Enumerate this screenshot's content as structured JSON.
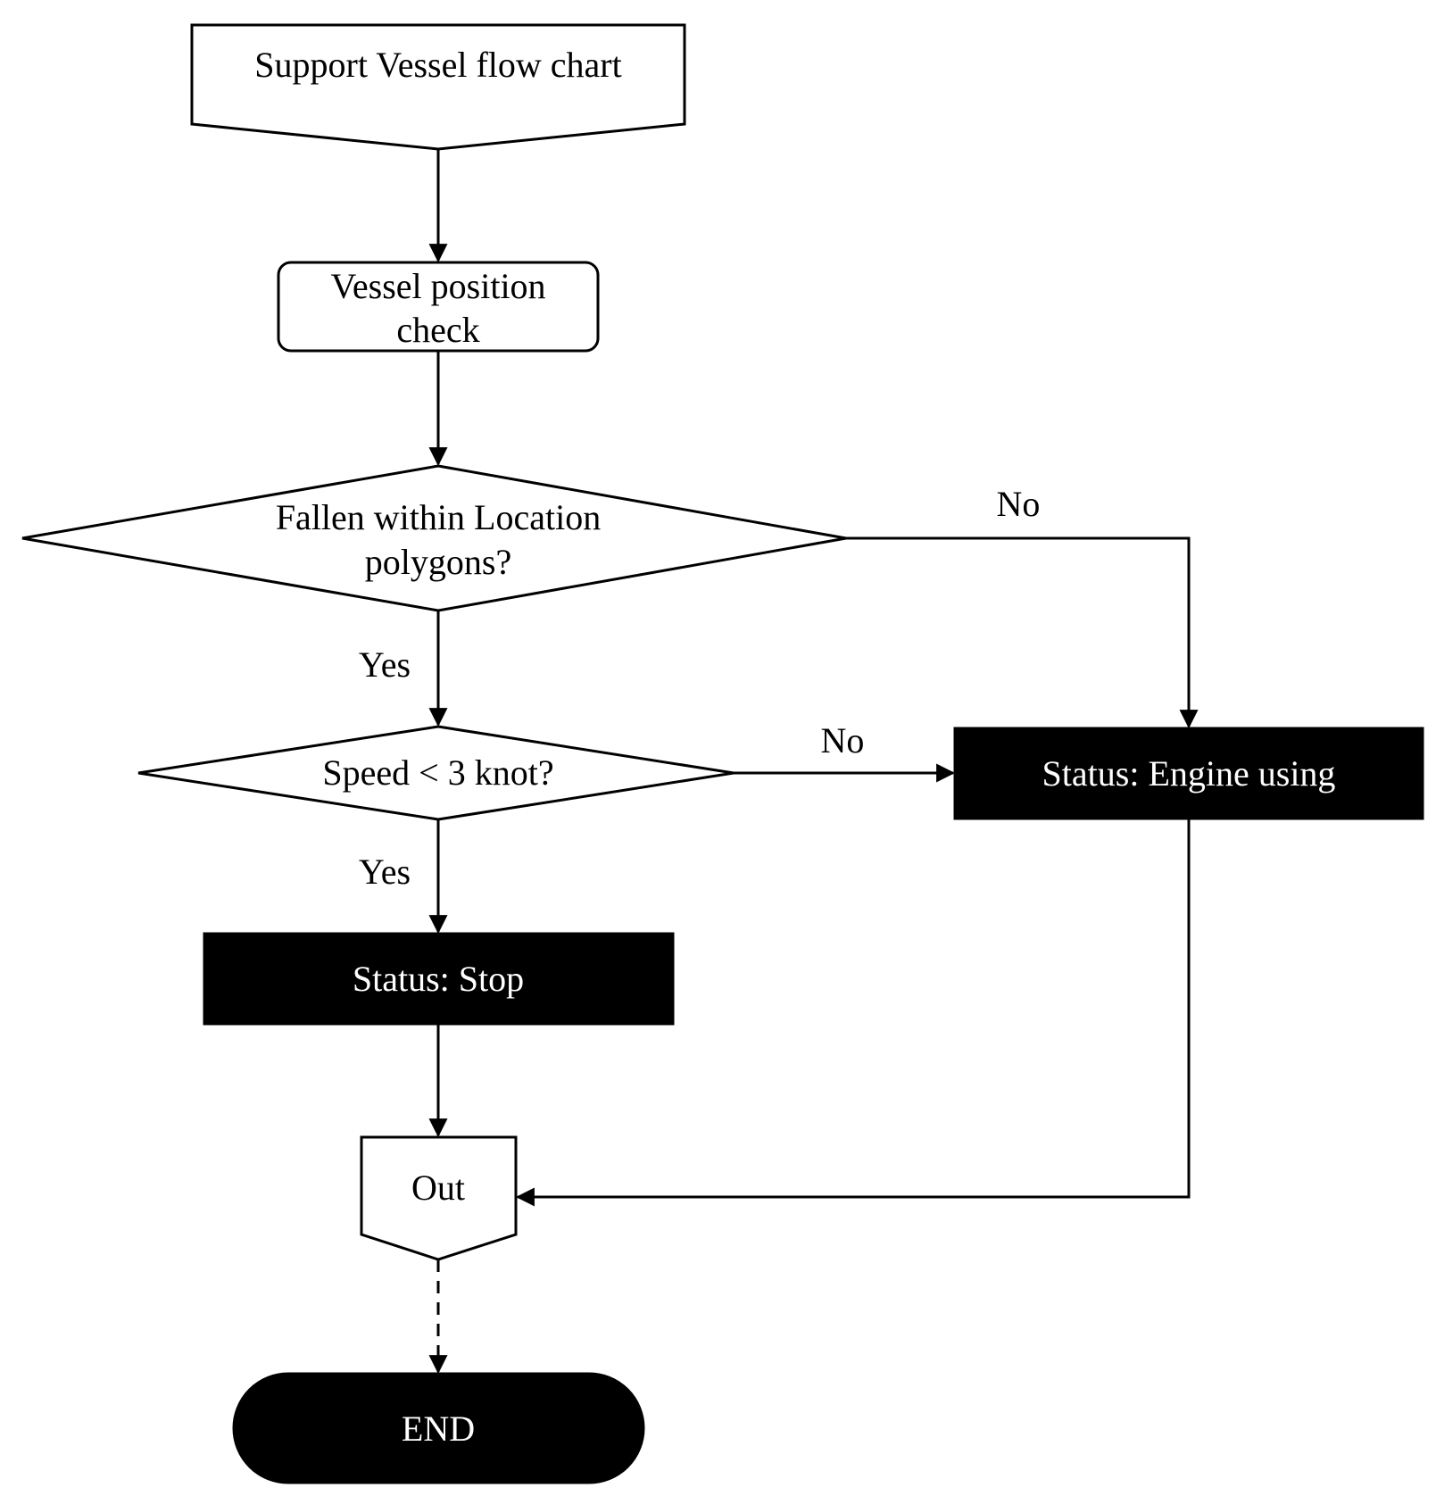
{
  "nodes": {
    "start": {
      "label": "Support Vessel flow chart"
    },
    "position_check": {
      "line1": "Vessel position",
      "line2": "check"
    },
    "polygon_decision": {
      "line1": "Fallen within Location",
      "line2": "polygons?"
    },
    "speed_decision": {
      "label": "Speed < 3 knot?"
    },
    "status_stop": {
      "label": "Status: Stop"
    },
    "status_engine": {
      "label": "Status: Engine using"
    },
    "out": {
      "label": "Out"
    },
    "end": {
      "label": "END"
    }
  },
  "edges": {
    "polygon_no": "No",
    "polygon_yes": "Yes",
    "speed_no": "No",
    "speed_yes": "Yes"
  },
  "colors": {
    "line": "#000000",
    "dark_fill": "#000000",
    "light_text": "#ffffff"
  }
}
